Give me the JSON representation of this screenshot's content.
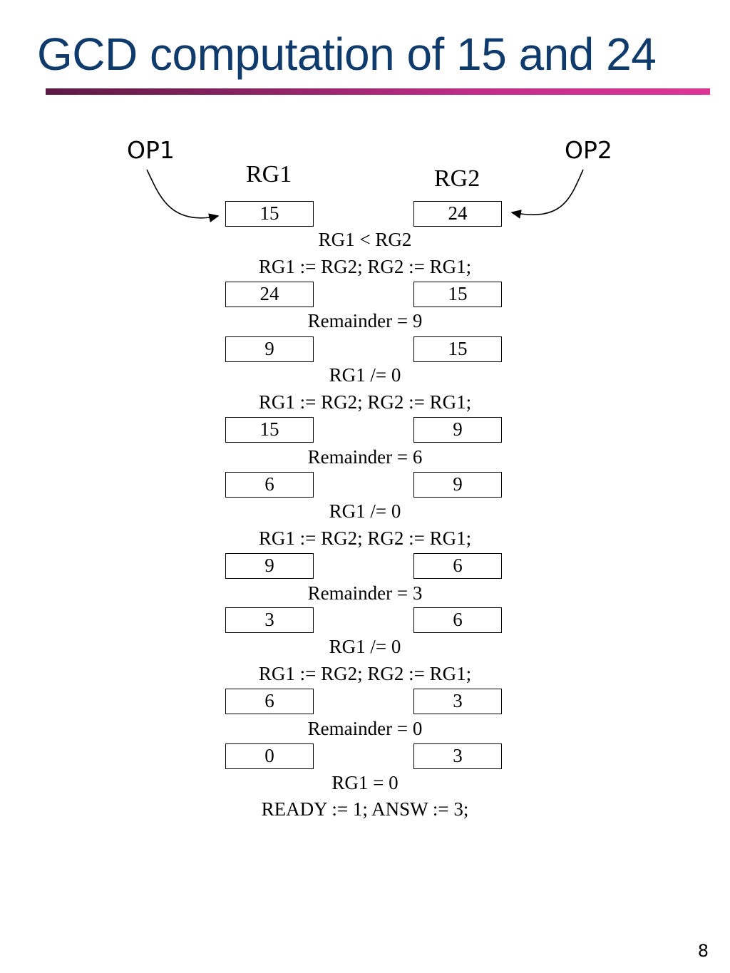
{
  "slide": {
    "title": "GCD computation of 15 and 24",
    "page_number": "8",
    "accent_gradient": [
      "#5c1a44",
      "#dd3596"
    ],
    "title_color": "#0e3b6b"
  },
  "operands": {
    "op1": "OP1",
    "op2": "OP2"
  },
  "registers": {
    "rg1": "RG1",
    "rg2": "RG2"
  },
  "rows": [
    {
      "rg1": "15",
      "rg2": "24"
    },
    {
      "rg1": "24",
      "rg2": "15"
    },
    {
      "rg1": "9",
      "rg2": "15"
    },
    {
      "rg1": "15",
      "rg2": "9"
    },
    {
      "rg1": "6",
      "rg2": "9"
    },
    {
      "rg1": "9",
      "rg2": "6"
    },
    {
      "rg1": "3",
      "rg2": "6"
    },
    {
      "rg1": "6",
      "rg2": "3"
    },
    {
      "rg1": "0",
      "rg2": "3"
    }
  ],
  "steps": [
    "RG1 < RG2",
    "RG1 := RG2; RG2 := RG1;",
    "Remainder = 9",
    "RG1 /= 0",
    "RG1 := RG2; RG2 := RG1;",
    "Remainder = 6",
    "RG1 /= 0",
    "RG1 := RG2; RG2 := RG1;",
    "Remainder = 3",
    "RG1 /= 0",
    "RG1 := RG2; RG2 := RG1;",
    "Remainder = 0",
    "RG1 = 0",
    "READY := 1; ANSW := 3;"
  ]
}
